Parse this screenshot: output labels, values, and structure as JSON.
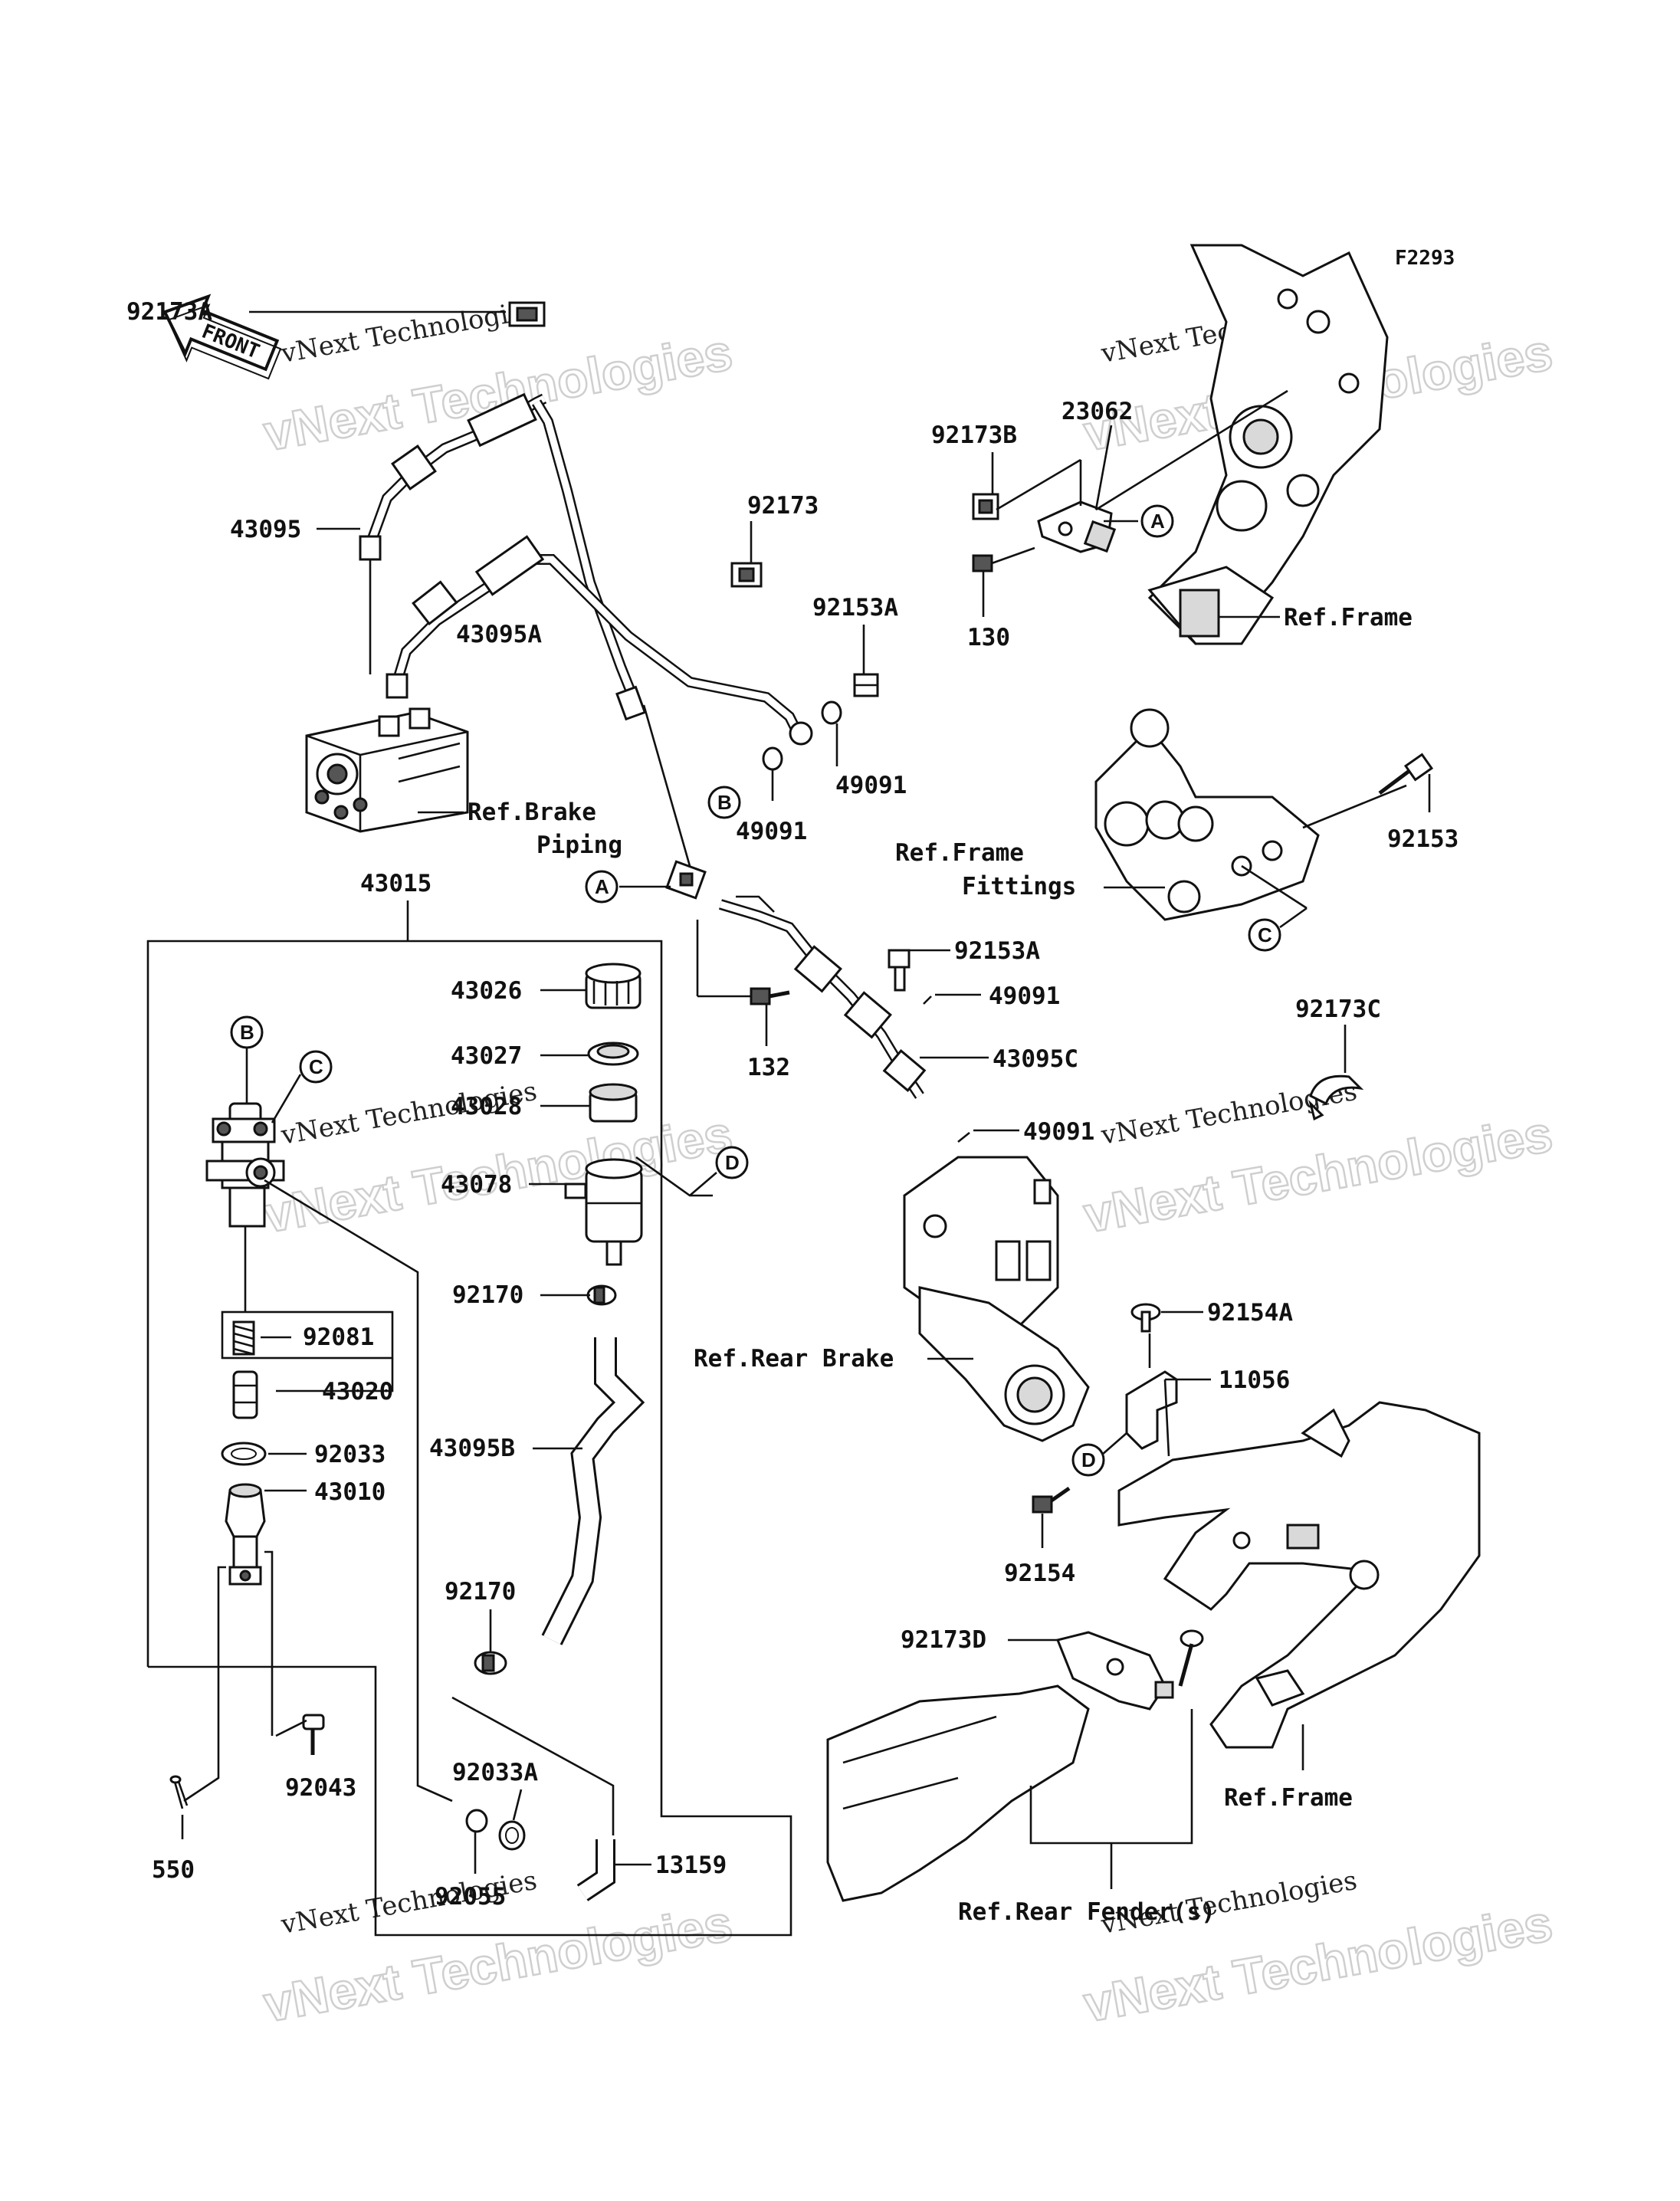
{
  "figure_code": "F2293",
  "front_arrow": "FRONT",
  "watermark": {
    "line1": "vNext Technologies",
    "line2": "vNext Technologies"
  },
  "part_labels": {
    "p92173A": "92173A",
    "p43095": "43095",
    "p43095A": "43095A",
    "p92173": "92173",
    "p92153A_top": "92153A",
    "p49091_a": "49091",
    "p49091_b": "49091",
    "p23062": "23062",
    "p92173B": "92173B",
    "p130": "130",
    "p92153": "92153",
    "p43015": "43015",
    "p43026": "43026",
    "p43027": "43027",
    "p43028": "43028",
    "p43078": "43078",
    "p92170_a": "92170",
    "p92081": "92081",
    "p43020": "43020",
    "p92033": "92033",
    "p43010": "43010",
    "p43095B": "43095B",
    "p92170_b": "92170",
    "p92043": "92043",
    "p550": "550",
    "p92033A": "92033A",
    "p92055": "92055",
    "p13159": "13159",
    "p132": "132",
    "p92153A_mid": "92153A",
    "p49091_c": "49091",
    "p43095C": "43095C",
    "p49091_d": "49091",
    "p92173C": "92173C",
    "p92154A": "92154A",
    "p11056": "11056",
    "p92154": "92154",
    "p92173D": "92173D"
  },
  "reference_labels": {
    "ref_frame_top": "Ref.Frame",
    "ref_brake_piping_1": "Ref.Brake",
    "ref_brake_piping_2": "Piping",
    "ref_frame_fittings_1": "Ref.Frame",
    "ref_frame_fittings_2": "Fittings",
    "ref_rear_brake": "Ref.Rear Brake",
    "ref_frame_bottom": "Ref.Frame",
    "ref_rear_fender": "Ref.Rear Fender(s)"
  },
  "callouts": {
    "A1": "A",
    "A2": "A",
    "B1": "B",
    "B2": "B",
    "C1": "C",
    "C2": "C",
    "D1": "D",
    "D2": "D"
  }
}
